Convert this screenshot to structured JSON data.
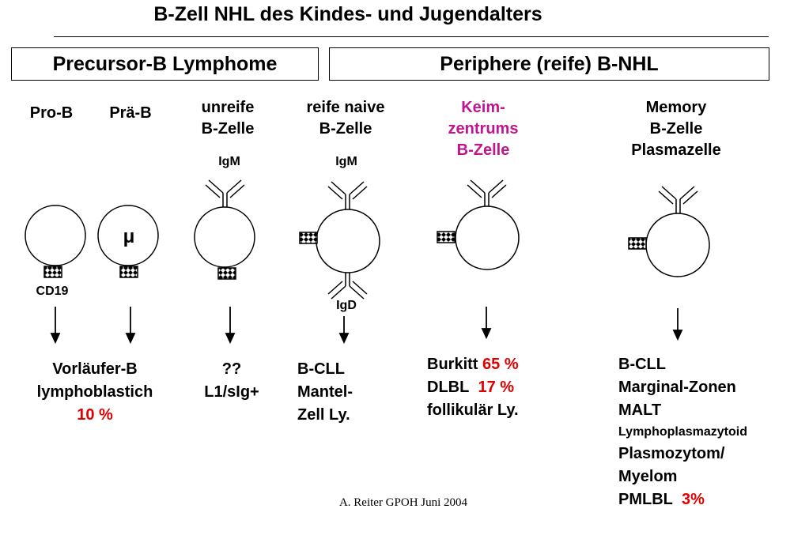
{
  "title": "B-Zell NHL des Kindes- und Jugendalters",
  "groups": {
    "precursor": "Precursor-B Lymphome",
    "peripheral": "Periphere (reife) B-NHL"
  },
  "stages": {
    "pro_b": "Pro-B",
    "pre_b": "Prä-B",
    "immature": [
      "unreife",
      "B-Zelle"
    ],
    "mature_naive": [
      "reife naive",
      "B-Zelle"
    ],
    "germinal_center": [
      "Keim-",
      "zentrums",
      "B-Zelle"
    ],
    "memory": [
      "Memory",
      "B-Zelle",
      "Plasmazelle"
    ]
  },
  "markers": {
    "cd19": "CD19",
    "mu": "μ",
    "igm_immature": "IgM",
    "igm_naive": "IgM",
    "igd": "IgD"
  },
  "outcomes": {
    "pro_pre": {
      "line1": "Vorläufer-B",
      "line2": "lymphoblastich",
      "percent": "10 %"
    },
    "immature": {
      "line1": "??",
      "line2": "L1/sIg+"
    },
    "naive": {
      "line1": "B-CLL",
      "line2": "Mantel-",
      "line3": "Zell Ly."
    },
    "germinal": {
      "burkitt": "Burkitt",
      "burkitt_pct": "65 %",
      "dlbl": "DLBL",
      "dlbl_pct": "17 %",
      "follicular": "follikulär Ly."
    },
    "memory": {
      "l1": "B-CLL",
      "l2": "Marginal-Zonen",
      "l3": "MALT",
      "l4": "Lymphoplasmazytoid",
      "l5": "Plasmozytom/",
      "l6": "Myelom",
      "l7": "PMLBL",
      "l7_pct": "3%"
    }
  },
  "footer": "A. Reiter GPOH Juni 2004",
  "colors": {
    "red": "#e00000",
    "magenta": "#c0158e"
  }
}
